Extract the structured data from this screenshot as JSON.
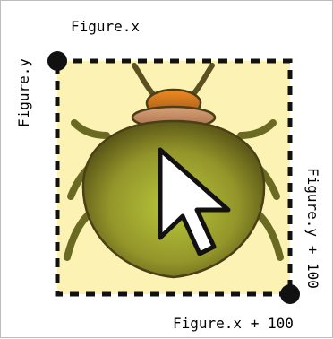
{
  "labels": {
    "origin_x": "Figure.x",
    "origin_y": "Figure.y",
    "end_x": "Figure.x + 100",
    "end_y": "Figure.y + 100"
  },
  "colors": {
    "box_fill": "#fbf2b4",
    "outline": "#111111",
    "bug_body": "#a3a52a",
    "bug_head": "#c46a1a",
    "cursor_fill": "#ffffff"
  },
  "icons": {
    "bug": "beetle-icon",
    "pointer": "mouse-pointer-icon"
  }
}
